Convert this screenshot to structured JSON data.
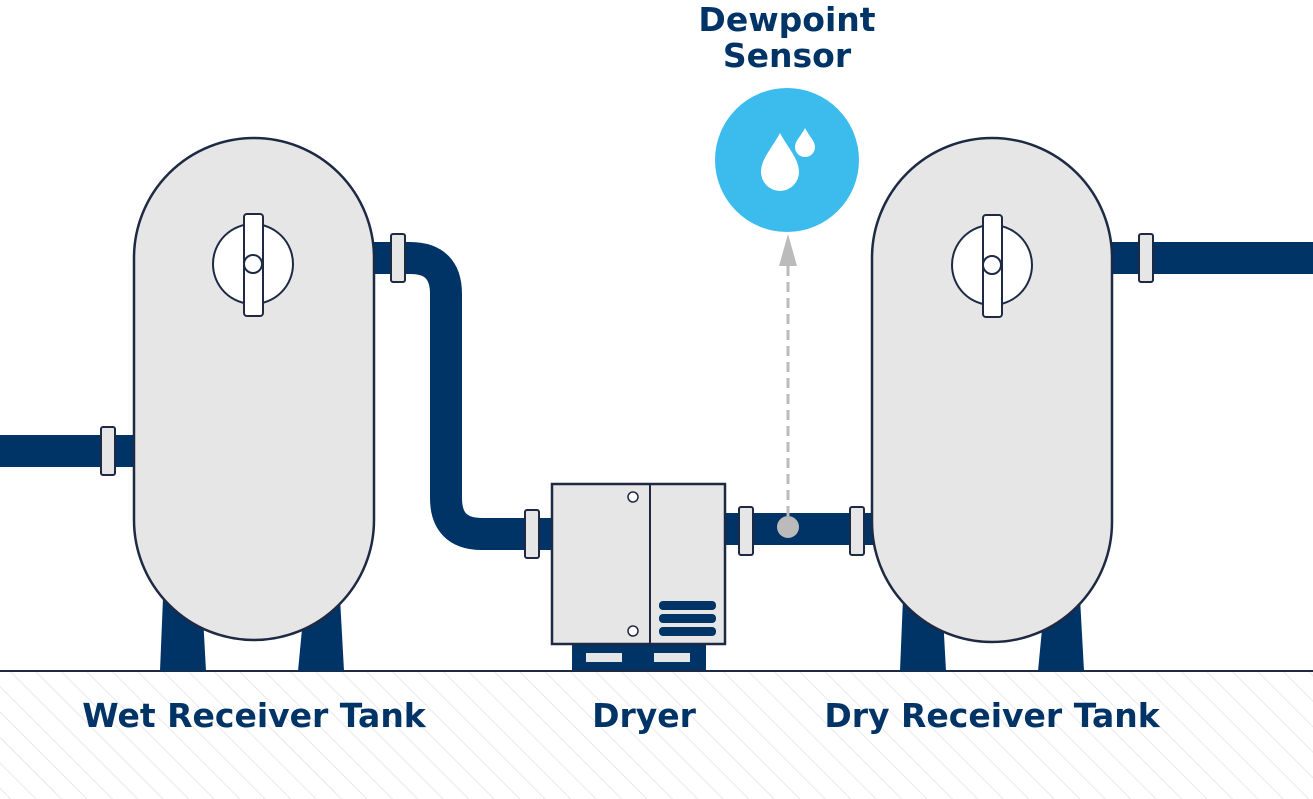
{
  "labels": {
    "sensor_line1": "Dewpoint",
    "sensor_line2": "Sensor",
    "wet_tank": "Wet Receiver Tank",
    "dryer": "Dryer",
    "dry_tank": "Dry Receiver Tank"
  },
  "colors": {
    "navy": "#003366",
    "tank_fill": "#e6e6e6",
    "outline": "#1e2a44",
    "sensor_blue": "#3bbcec",
    "arrow_gray": "#bbbbbb",
    "ground_hatch": "#e9e9e9"
  },
  "icons": {
    "sensor": "water-drops-icon",
    "flow": "arrow-up-icon",
    "vent": "vent-grille-icon"
  }
}
